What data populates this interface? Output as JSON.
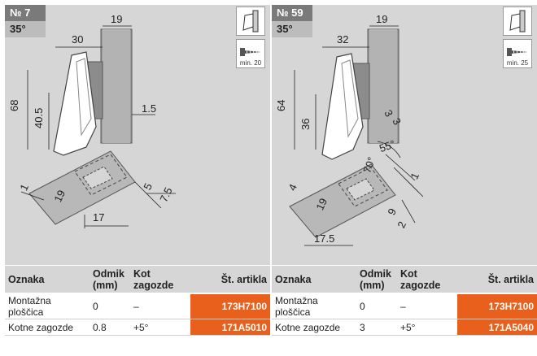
{
  "left": {
    "number": "№ 7",
    "angle": "35°",
    "screw": "min. 20",
    "dims": {
      "a": "19",
      "b": "30",
      "c": "68",
      "d": "40.5",
      "e": "1.5",
      "f": "1",
      "g": "19",
      "h": "5",
      "i": "7.5",
      "j": "17"
    },
    "table": {
      "headers": [
        "Oznaka",
        "Odmik (mm)",
        "Kot zagozde",
        "Št. artikla"
      ],
      "rows": [
        [
          "Montažna ploščica",
          "0",
          "–",
          "173H7100"
        ],
        [
          "Kotne zagozde",
          "0.8",
          "+5°",
          "171A5010"
        ]
      ]
    }
  },
  "right": {
    "number": "№ 59",
    "angle": "35°",
    "screw": "min. 25",
    "dims": {
      "a": "19",
      "b": "32",
      "c": "64",
      "d": "36",
      "e": "3",
      "f": "3",
      "g": "55°",
      "h": "70°",
      "i": "1",
      "j": "4",
      "k": "19",
      "l": "9",
      "m": "2",
      "n": "17.5"
    },
    "table": {
      "headers": [
        "Oznaka",
        "Odmik (mm)",
        "Kot zagozde",
        "Št. artikla"
      ],
      "rows": [
        [
          "Montažna ploščica",
          "0",
          "–",
          "173H7100"
        ],
        [
          "Kotne zagozde",
          "3",
          "+5°",
          "171A5040"
        ]
      ]
    }
  },
  "colors": {
    "article_bg": "#e8601c",
    "panel_bg": "#d6d6d6",
    "tag_dark": "#7a7a7a"
  }
}
